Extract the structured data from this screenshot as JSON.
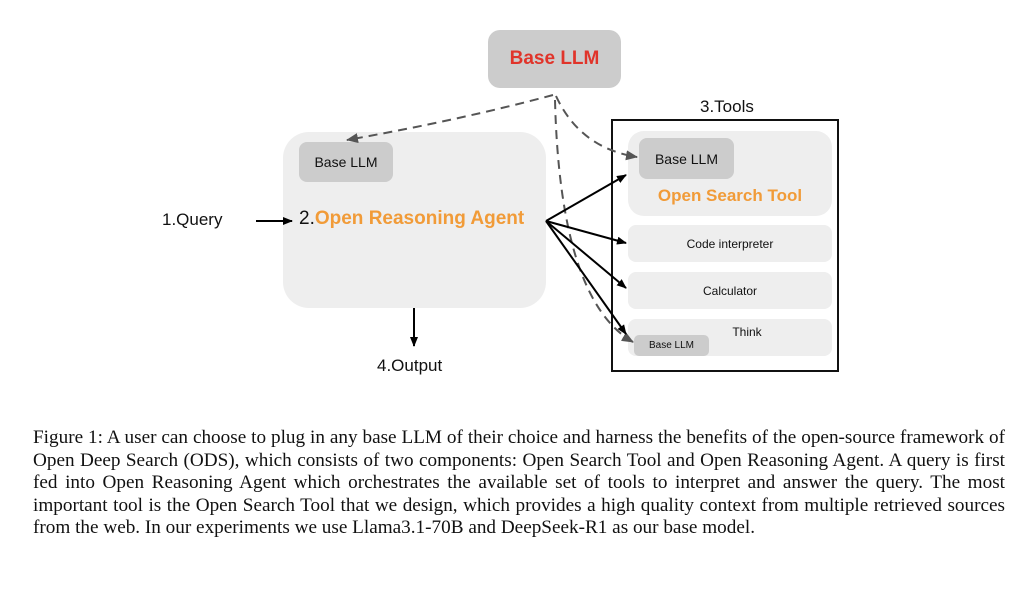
{
  "figure": {
    "top_llm_label": "Base LLM",
    "agent": {
      "inner_llm_label": "Base LLM",
      "number": "2.",
      "title": "Open Reasoning Agent"
    },
    "query_label": "1.Query",
    "output_label": "4.Output",
    "tools": {
      "heading": "3.Tools",
      "open_search_tool": {
        "inner_llm_label": "Base LLM",
        "title": "Open Search Tool"
      },
      "items": [
        {
          "label": "Code interpreter"
        },
        {
          "label": "Calculator"
        },
        {
          "label": "Think",
          "inner_llm_label": "Base LLM"
        }
      ]
    },
    "colors": {
      "top_llm_text": "#e0342a",
      "accent_orange": "#f19b38",
      "dark_box": "#cccccc",
      "light_box": "#eeeeee",
      "dashed_arrow": "#555555",
      "solid_arrow": "#000000"
    }
  },
  "caption": {
    "text": "Figure 1: A user can choose to plug in any base LLM of their choice and harness the benefits of the open-source framework of Open Deep Search (ODS), which consists of two components: Open Search Tool and Open Reasoning Agent. A query is first fed into Open Reasoning Agent which orchestrates the available set of tools to interpret and answer the query. The most important tool is the Open Search Tool that we design, which provides a high quality context from multiple retrieved sources from the web. In our experiments we use Llama3.1-70B and DeepSeek-R1 as our base model."
  }
}
